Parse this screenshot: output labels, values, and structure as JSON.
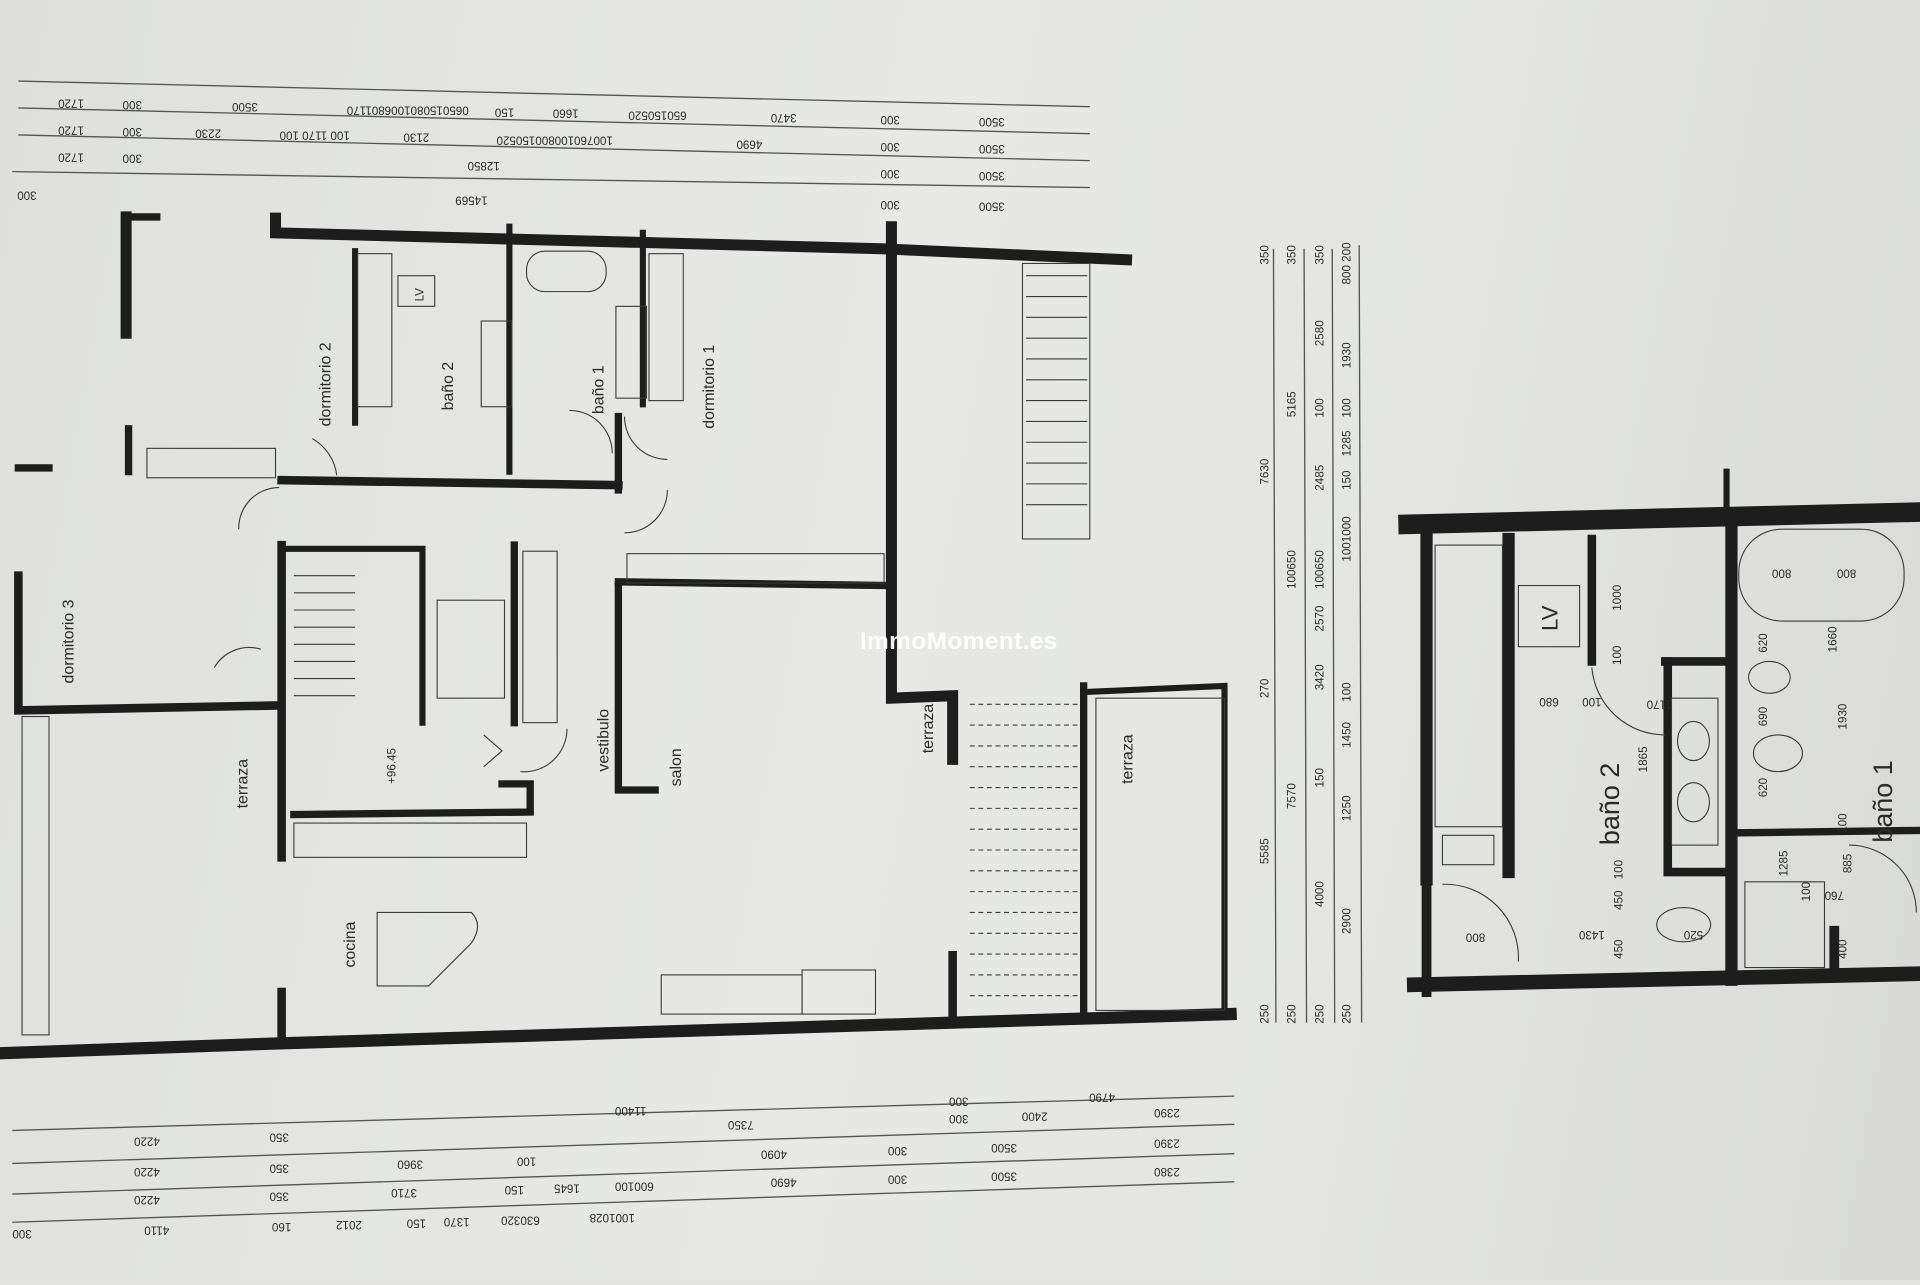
{
  "watermark": "ImmoMoment.es",
  "main_plan": {
    "rooms": {
      "dormitorio_2": "dormitorio 2",
      "bano_2": "baño 2",
      "bano_1": "baño 1",
      "dormitorio_1": "dormitorio 1",
      "dormitorio_3": "dormitorio 3",
      "terraza_left": "terraza",
      "terraza_center": "terraza",
      "terraza_right": "terraza",
      "vestibulo": "vestibulo",
      "salon": "salon",
      "cocina": "cocina",
      "lv": "LV"
    },
    "level_mark": "+96.45"
  },
  "dimensions": {
    "top_rows": [
      [
        "1720",
        "300",
        "3500",
        "0650150801006801170",
        "150",
        "1660",
        "650150520",
        "3470",
        "300",
        "3500"
      ],
      [
        "1720",
        "300",
        "2230",
        "100 1170 100",
        "2130",
        "100760100800150520",
        "4690",
        "300",
        "3500"
      ],
      [
        "1720",
        "300",
        "12850",
        "300",
        "3500"
      ],
      [
        "300",
        "14569",
        "300",
        "3500"
      ]
    ],
    "bottom_rows": [
      [
        "11400",
        "300",
        "4790"
      ],
      [
        "4220",
        "350",
        "7350",
        "300",
        "2400",
        "2390"
      ],
      [
        "4220",
        "350",
        "3960",
        "100",
        "4090",
        "300",
        "3500",
        "2390"
      ],
      [
        "4220",
        "350",
        "3710",
        "150",
        "1645",
        "600100",
        "4690",
        "300",
        "3500",
        "2380"
      ],
      [
        "300",
        "4110",
        "160",
        "2012",
        "150",
        "1370",
        "630320",
        "1001028"
      ]
    ],
    "right_columns": [
      [
        "350",
        "7630",
        "270",
        "5585",
        "250"
      ],
      [
        "350",
        "5165",
        "100650",
        "7570",
        "250"
      ],
      [
        "350",
        "2580",
        "100",
        "2485",
        "100650",
        "2570",
        "3420",
        "150",
        "4000",
        "250"
      ],
      [
        "800 200",
        "1930",
        "100",
        "1285",
        "150",
        "1001000",
        "100",
        "1450",
        "1250",
        "2900",
        "250"
      ]
    ]
  },
  "detail_plan": {
    "rooms": {
      "bano_2": "baño 2",
      "bano_1": "baño 1",
      "lv": "LV"
    },
    "dims": [
      "800",
      "800",
      "1660",
      "620",
      "690",
      "1930",
      "620",
      "1000",
      "100",
      "680",
      "100",
      "1170",
      "1865",
      "100",
      "450",
      "1430",
      "450",
      "520",
      "800",
      "1285",
      "100",
      "760",
      "885",
      "100",
      "400"
    ]
  }
}
